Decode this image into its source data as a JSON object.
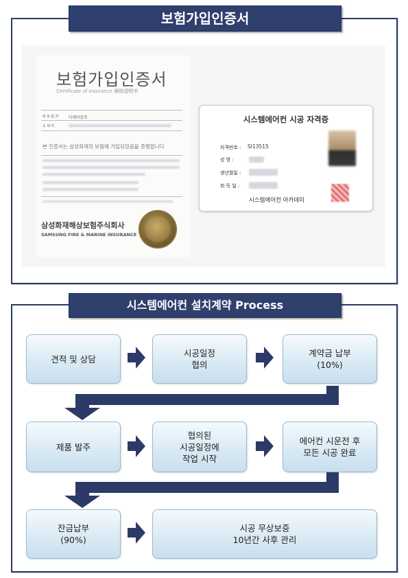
{
  "sections": {
    "certificate_title": "보험가입인증서",
    "process_title": "시스템에어컨 설치계약 Process"
  },
  "insurance_doc": {
    "title": "보험가입인증서",
    "subtitle": "Certificate of Insurance 保險證明书",
    "insured_label": "피 보 험 자",
    "insured_value": "디케이공조",
    "address_label": "소 재 지",
    "statement": "본 인증서는 삼성화재의 보험에 가입되었음을 증명합니다",
    "company": "삼성화재해상보험주식회사",
    "company_en": "SAMSUNG FIRE & MARINE INSURANCE"
  },
  "license_card": {
    "title": "시스템에어컨 시공 자격증",
    "number_label": "자격번호 :",
    "number_value": "SI13515",
    "name_label": "성    명 :",
    "birth_label": "생년월일 :",
    "date_label": "취 득 일 :",
    "issuer": "시스템에어컨 아카데미"
  },
  "process_steps": [
    {
      "line1": "견적 및 상담",
      "line2": "",
      "line3": ""
    },
    {
      "line1": "시공일정",
      "line2": "협의",
      "line3": ""
    },
    {
      "line1": "계약금 납부",
      "line2": "(10%)",
      "line3": ""
    },
    {
      "line1": "제품 발주",
      "line2": "",
      "line3": ""
    },
    {
      "line1": "협의된",
      "line2": "시공일정에",
      "line3": "작업 시작"
    },
    {
      "line1": "에어컨 시운전 후",
      "line2": "모든 시공 완료",
      "line3": ""
    },
    {
      "line1": "잔금납부",
      "line2": "(90%)",
      "line3": ""
    },
    {
      "line1": "시공 무상보증",
      "line2": "10년간 사후 관리",
      "line3": ""
    }
  ],
  "colors": {
    "navy": "#2f3f6e",
    "box_top": "#f4fafd",
    "box_bottom": "#c8dfee"
  }
}
